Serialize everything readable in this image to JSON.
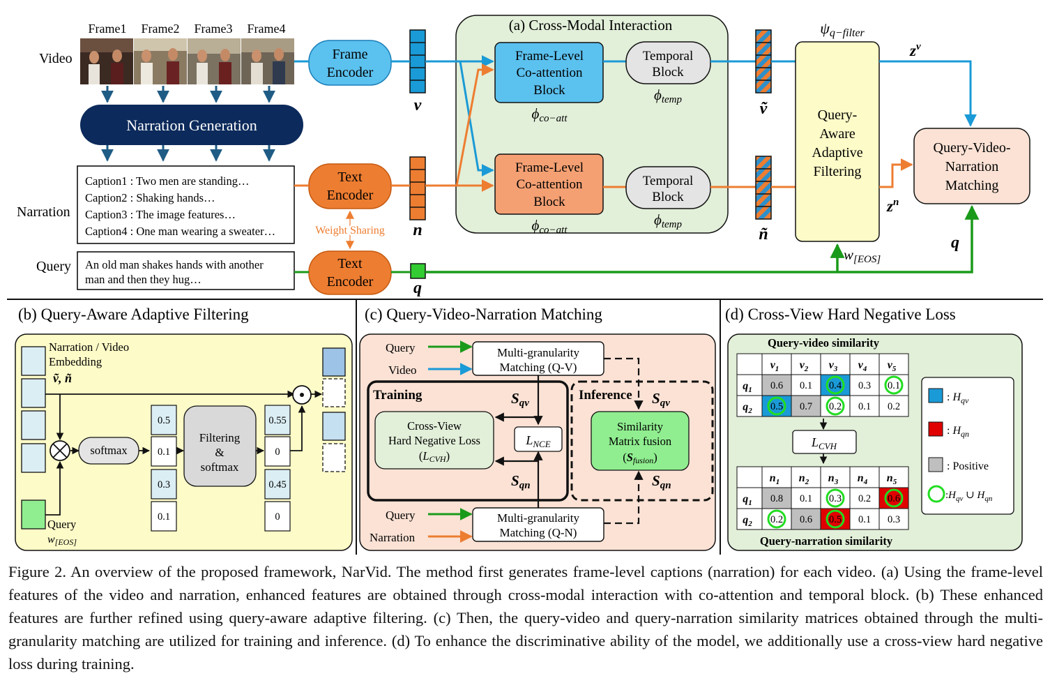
{
  "top": {
    "video_label": "Video",
    "narration_label": "Narration",
    "query_label": "Query",
    "frames": [
      "Frame1",
      "Frame2",
      "Frame3",
      "Frame4"
    ],
    "narration_generation": "Narration Generation",
    "captions": [
      "Caption1 : Two men are standing…",
      "Caption2 : Shaking hands…",
      "Caption3 : The image features…",
      "Caption4 : One man wearing a sweater…"
    ],
    "query_text": [
      "An old man shakes hands with another",
      "man and then they hug…"
    ],
    "frame_encoder": [
      "Frame",
      "Encoder"
    ],
    "text_encoder": [
      "Text",
      "Encoder"
    ],
    "weight_sharing": "Weight Sharing",
    "sym_v": "v",
    "sym_n": "n",
    "sym_q": "q",
    "sym_v_tilde": "ṽ",
    "sym_n_tilde": "ñ",
    "cmi_title": "(a) Cross-Modal Interaction",
    "coatt_block": [
      "Frame-Level",
      "Co-attention",
      "Block"
    ],
    "phi_coatt": "ϕco−att",
    "temporal_block": [
      "Temporal",
      "Block"
    ],
    "phi_temp": "ϕtemp",
    "psi_filter": "ψq−filter",
    "qaaf_block": [
      "Query-",
      "Aware",
      "Adaptive",
      "Filtering"
    ],
    "z_v": "zv",
    "z_n": "zn",
    "w_eos": "w[EOS]",
    "q_bold": "q",
    "qvn_block": [
      "Query-Video-",
      "Narration",
      "Matching"
    ]
  },
  "panel_b": {
    "title": "(b) Query-Aware Adaptive Filtering",
    "embed_label": [
      "Narration / Video",
      "Embedding"
    ],
    "embed_syms": "ṽ, ñ",
    "softmax": "softmax",
    "values_left": [
      "0.5",
      "0.1",
      "0.3",
      "0.1"
    ],
    "filtering": [
      "Filtering",
      "&",
      "softmax"
    ],
    "values_right": [
      "0.55",
      "0",
      "0.45",
      "0"
    ],
    "query_label": "Query",
    "query_sym": "w[EOS]"
  },
  "panel_c": {
    "title": "(c) Query-Video-Narration Matching",
    "query": "Query",
    "video": "Video",
    "narration": "Narration",
    "mgm_qv": [
      "Multi-granularity",
      "Matching (Q-V)"
    ],
    "mgm_qn": [
      "Multi-granularity",
      "Matching (Q-N)"
    ],
    "training": "Training",
    "inference": "Inference",
    "s_qv": "Sqv",
    "s_qn": "Sqn",
    "cvh_box": [
      "Cross-View",
      "Hard Negative Loss",
      "(LCVH)"
    ],
    "l_nce": "LNCE",
    "fusion_box": [
      "Similarity",
      "Matrix fusion",
      "(Sfusion)"
    ]
  },
  "panel_d": {
    "title": "(d) Cross-View Hard Negative Loss",
    "qv_title": "Query-video similarity",
    "qn_title": "Query-narration similarity",
    "qv_cols": [
      "v1",
      "v2",
      "v3",
      "v4",
      "v5"
    ],
    "qn_cols": [
      "n1",
      "n2",
      "n3",
      "n4",
      "n5"
    ],
    "rows": [
      "q1",
      "q2"
    ],
    "qv_values": [
      [
        "0.6",
        "0.1",
        "0.4",
        "0.3",
        "0.1"
      ],
      [
        "0.5",
        "0.7",
        "0.2",
        "0.1",
        "0.2"
      ]
    ],
    "qn_values": [
      [
        "0.8",
        "0.1",
        "0.3",
        "0.2",
        "0.6"
      ],
      [
        "0.2",
        "0.6",
        "0.5",
        "0.1",
        "0.3"
      ]
    ],
    "l_cvh": "LCVH",
    "legend_hqv": ": Hqv",
    "legend_hqn": ": Hqn",
    "legend_positive": ": Positive",
    "legend_union": ":Hqv ∪ Hqn"
  },
  "colors": {
    "video_blue": "#1a9ad6",
    "text_orange": "#ed7d31",
    "query_green": "#1a9a1a",
    "navy": "#0c2a5b",
    "hard_neg_red": "#e00000"
  },
  "caption": "Figure 2. An overview of the proposed framework, NarVid. The method first generates frame-level captions (narration) for each video. (a) Using the frame-level features of the video and narration, enhanced features are obtained through cross-modal interaction with co-attention and temporal block. (b) These enhanced features are further refined using query-aware adaptive filtering. (c) Then, the query-video and query-narration similarity matrices obtained through the multi-granularity matching are utilized for training and inference. (d) To enhance the discriminative ability of the model, we additionally use a cross-view hard negative loss during training."
}
